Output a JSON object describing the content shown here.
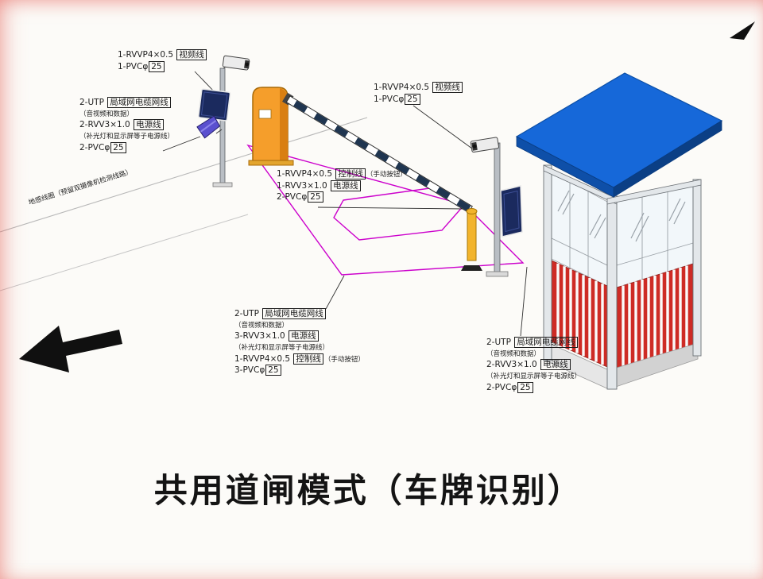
{
  "title": "共用道闸模式（车牌识别）",
  "road_note": "地感线圈（预留双摄像机检测线路）",
  "colors": {
    "barrier_orange": "#F59E2B",
    "barrier_orange_dark": "#D97F12",
    "roof_blue": "#1668D9",
    "panel_red": "#CE2B25",
    "zone_magenta": "#CC00CC",
    "arm_navy": "#1F3550",
    "light_purple": "#5A50CF",
    "bollard_yellow": "#F2B42C"
  },
  "labels": {
    "camera1_cable": {
      "lines": [
        [
          {
            "t": "1-RVVP4×0.5 "
          },
          {
            "t": "视频线",
            "box": true
          }
        ],
        [
          {
            "t": "1-PVCφ"
          },
          {
            "t": "25",
            "box": true
          }
        ]
      ]
    },
    "pole1_cable": {
      "lines": [
        [
          {
            "t": "2-UTP "
          },
          {
            "t": "局域网电缆网线",
            "box": true
          }
        ],
        [
          {
            "t": "（音视频和数据）",
            "small": true
          }
        ],
        [
          {
            "t": "2-RVV3×1.0 "
          },
          {
            "t": "电源线",
            "box": true
          }
        ],
        [
          {
            "t": "（补光灯和显示屏等子电源线）",
            "small": true
          }
        ],
        [
          {
            "t": "2-PVCφ"
          },
          {
            "t": "25",
            "box": true
          }
        ]
      ]
    },
    "camera2_cable": {
      "lines": [
        [
          {
            "t": "1-RVVP4×0.5 "
          },
          {
            "t": "视频线",
            "box": true
          }
        ],
        [
          {
            "t": "1-PVCφ"
          },
          {
            "t": "25",
            "box": true
          }
        ]
      ]
    },
    "barrier_cable": {
      "lines": [
        [
          {
            "t": "1-RVVP4×0.5 "
          },
          {
            "t": "控制线",
            "box": true
          },
          {
            "t": "（手动按钮）",
            "small": true
          }
        ],
        [
          {
            "t": "1-RVV3×1.0 "
          },
          {
            "t": "电源线",
            "box": true
          }
        ],
        [
          {
            "t": "2-PVCφ"
          },
          {
            "t": "25",
            "box": true
          }
        ]
      ]
    },
    "zone_cable": {
      "lines": [
        [
          {
            "t": "2-UTP "
          },
          {
            "t": "局域网电缆网线",
            "box": true
          }
        ],
        [
          {
            "t": "（音视频和数据）",
            "small": true
          }
        ],
        [
          {
            "t": "3-RVV3×1.0 "
          },
          {
            "t": "电源线",
            "box": true
          }
        ],
        [
          {
            "t": "（补光灯和显示屏等子电源线）",
            "small": true
          }
        ],
        [
          {
            "t": "1-RVVP4×0.5 "
          },
          {
            "t": "控制线",
            "box": true
          },
          {
            "t": "（手动按钮）",
            "small": true
          }
        ],
        [
          {
            "t": "3-PVCφ"
          },
          {
            "t": "25",
            "box": true
          }
        ]
      ]
    },
    "booth_cable": {
      "lines": [
        [
          {
            "t": "2-UTP "
          },
          {
            "t": "局域网电缆网线",
            "box": true
          }
        ],
        [
          {
            "t": "（音视频和数据）",
            "small": true
          }
        ],
        [
          {
            "t": "2-RVV3×1.0 "
          },
          {
            "t": "电源线",
            "box": true
          }
        ],
        [
          {
            "t": "（补光灯和显示屏等子电源线）",
            "small": true
          }
        ],
        [
          {
            "t": "2-PVCφ"
          },
          {
            "t": "25",
            "box": true
          }
        ]
      ]
    }
  }
}
